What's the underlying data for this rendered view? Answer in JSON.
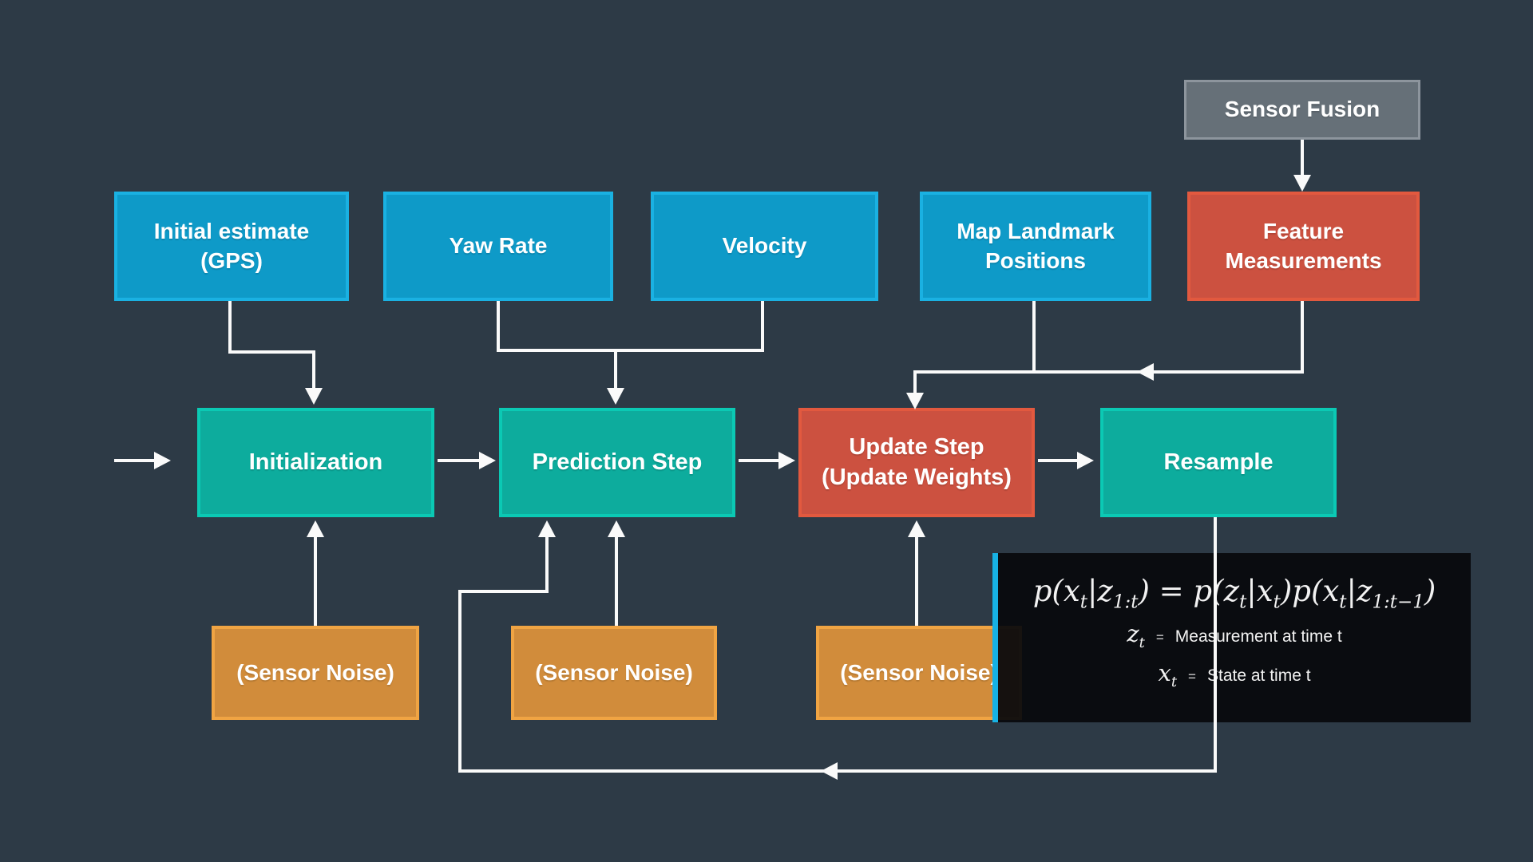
{
  "palette": {
    "canvas_bg": "#2d3a46",
    "input_fill": "#0e9ac8",
    "input_border": "#1ab1e2",
    "step_fill": "#0dac9d",
    "step_border": "#0bc9b4",
    "alert_fill": "#cc5140",
    "alert_border": "#e2593f",
    "noise_fill": "#d18c3b",
    "noise_border": "#f0a443",
    "fusion_fill": "#667078",
    "fusion_border": "#8d959d",
    "arrow": "#fafafa",
    "formula_accent": "#17b2e4"
  },
  "nodes": {
    "sensor_fusion": "Sensor Fusion",
    "initial_estimate": "Initial estimate (GPS)",
    "yaw_rate": "Yaw Rate",
    "velocity": "Velocity",
    "map_landmarks": "Map Landmark Positions",
    "feature_measurements": "Feature Measurements",
    "initialization": "Initialization",
    "prediction": "Prediction Step",
    "update": "Update Step (Update Weights)",
    "resample": "Resample",
    "noise": [
      {
        "label": "(Sensor Noise)"
      },
      {
        "label": "(Sensor Noise)"
      },
      {
        "label": "(Sensor Noise)"
      }
    ]
  },
  "formula": {
    "tokens": [
      {
        "t": "p("
      },
      {
        "t": "x",
        "sub": "t"
      },
      {
        "t": "|"
      },
      {
        "t": "z",
        "sub": "1:t"
      },
      {
        "t": ") = p("
      },
      {
        "t": "z",
        "sub": "t"
      },
      {
        "t": "|"
      },
      {
        "t": "x",
        "sub": "t"
      },
      {
        "t": ")p("
      },
      {
        "t": "x",
        "sub": "t"
      },
      {
        "t": "|"
      },
      {
        "t": "z",
        "sub": "1:t−1"
      },
      {
        "t": ")"
      }
    ],
    "legend": [
      {
        "symbol": "z",
        "sub": "t",
        "eq": "=",
        "desc": "Measurement at time t"
      },
      {
        "symbol": "x",
        "sub": "t",
        "eq": "=",
        "desc": "State at time t"
      }
    ]
  }
}
